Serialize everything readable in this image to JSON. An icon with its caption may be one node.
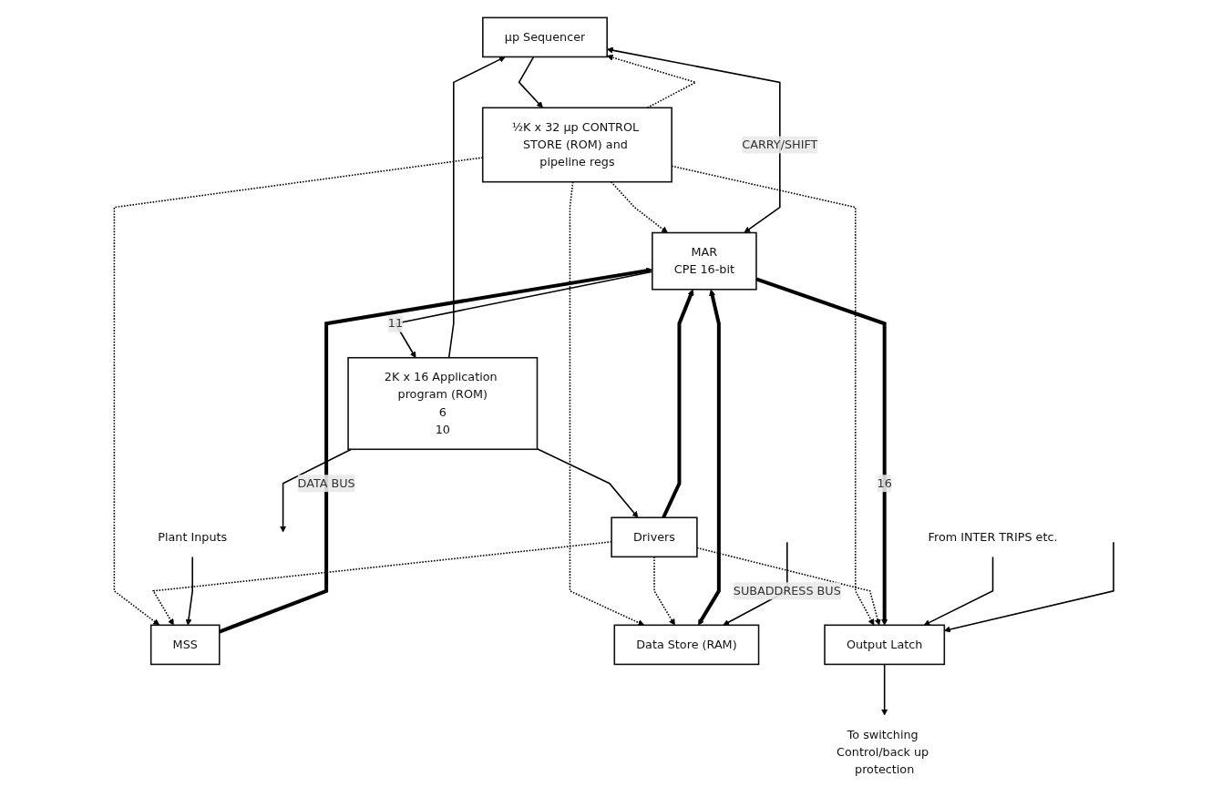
{
  "diagram": {
    "nodes": [
      {
        "text": [
          "µp Sequencer"
        ]
      },
      {
        "text": [
          "½K x 32 µp CONTROL STORE (ROM) and pipeline regs"
        ]
      },
      {
        "text": [
          "MAR",
          "CPE 16-bit"
        ]
      },
      {
        "text": [
          "2K x 16 Application program (ROM)",
          "6",
          "10"
        ]
      },
      {
        "text": [
          "Drivers"
        ]
      },
      {
        "text": [
          "Plant Inputs"
        ]
      },
      {
        "text": [
          "MSS"
        ]
      },
      {
        "text": [
          "Data Store (RAM)"
        ]
      },
      {
        "text": [
          "Output Latch"
        ]
      },
      {
        "text": [
          "To switching Control/back up protection"
        ]
      },
      {
        "text": [
          "From INTER TRIPS etc."
        ]
      }
    ],
    "edges": [
      {
        "from": 0,
        "to": 1,
        "arrow": "to"
      },
      {
        "from": 1,
        "to": 0,
        "arrow": "to",
        "style": "dashed"
      },
      {
        "from": 1,
        "to": 2,
        "arrow": "to",
        "style": "dashed"
      },
      {
        "from": 2,
        "to": 3,
        "arrow": "to",
        "label": "11"
      },
      {
        "from": 3,
        "to": 0,
        "arrow": "to"
      },
      {
        "from": 2,
        "to": 0,
        "arrow": "both",
        "label": "CARRY/SHIFT"
      },
      {
        "from": 3,
        "to": 4,
        "arrow": "to"
      },
      {
        "from": 3,
        "to": null,
        "arrow": "to"
      },
      {
        "from": 1,
        "to": 6,
        "arrow": "to",
        "style": "dashed"
      },
      {
        "from": 1,
        "to": 7,
        "arrow": "to",
        "style": "dashed"
      },
      {
        "from": 1,
        "to": 8,
        "arrow": "to",
        "style": "dashed"
      },
      {
        "from": 4,
        "to": 6,
        "arrow": "to",
        "style": "dashed"
      },
      {
        "from": 4,
        "to": 7,
        "arrow": "to",
        "style": "dashed"
      },
      {
        "from": 4,
        "to": 8,
        "arrow": "to",
        "style": "dashed"
      },
      {
        "from": 6,
        "to": 2,
        "arrow": "to",
        "style": "thick",
        "label": "DATA BUS"
      },
      {
        "from": 4,
        "to": 2,
        "arrow": "to",
        "style": "thick"
      },
      {
        "from": 2,
        "to": 7,
        "arrow": "both",
        "style": "thick"
      },
      {
        "from": 2,
        "to": 8,
        "arrow": "to",
        "style": "thick",
        "label": "16"
      },
      {
        "from": 5,
        "to": 6,
        "arrow": "to"
      },
      {
        "from": 8,
        "to": 9,
        "arrow": "to"
      },
      {
        "from": 10,
        "to": 8,
        "arrow": "to"
      },
      {
        "from": null,
        "to": 7,
        "arrow": "to",
        "label": "SUBADDRESS BUS"
      },
      {
        "from": null,
        "to": 8,
        "arrow": "to"
      }
    ]
  }
}
